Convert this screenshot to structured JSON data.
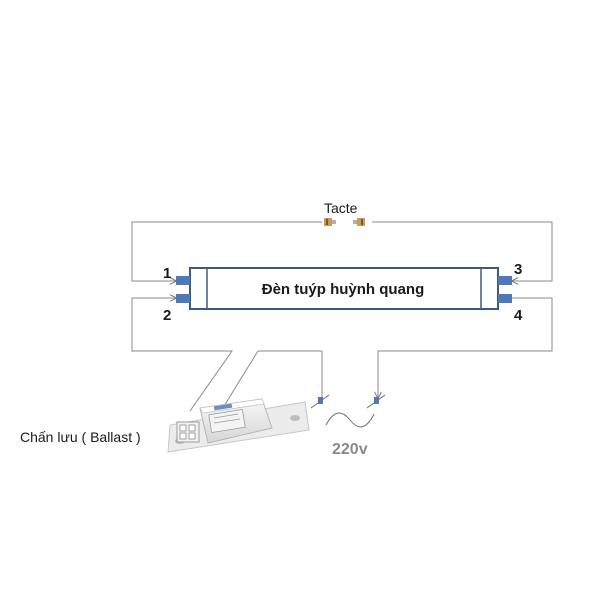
{
  "starter": {
    "label": "Tacte"
  },
  "tube": {
    "label": "Đèn tuýp huỳnh quang"
  },
  "pins": {
    "p1": "1",
    "p2": "2",
    "p3": "3",
    "p4": "4"
  },
  "ballast": {
    "label": "Chấn lưu ( Ballast )"
  },
  "supply": {
    "label": "220v"
  },
  "colors": {
    "wire": "#8a8a8a",
    "tube_outline": "#3a5a86",
    "pin": "#4f78b8",
    "supply_text": "#8a8a8a"
  }
}
